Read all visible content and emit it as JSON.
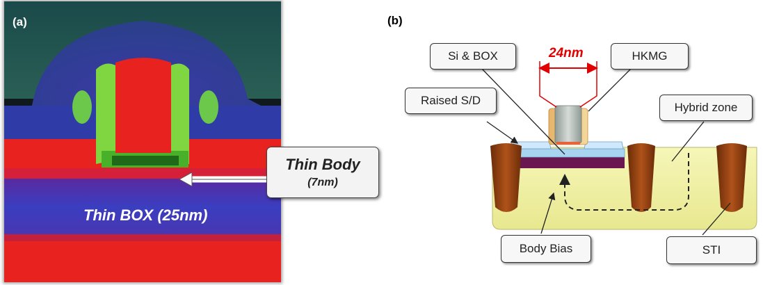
{
  "panel_a": {
    "letter": "(a)",
    "thin_body_title": "Thin Body",
    "thin_body_value": "(7nm)",
    "thin_box_label": "Thin BOX (25nm)"
  },
  "panel_b": {
    "letter": "(b)",
    "gate_length": "24nm",
    "labels": {
      "si_box": "Si & BOX",
      "hkmg": "HKMG",
      "raised_sd": "Raised S/D",
      "hybrid_zone": "Hybrid zone",
      "body_bias": "Body Bias",
      "sti": "STI"
    }
  },
  "colors": {
    "tem_red": "#e8231f",
    "tem_blue": "#3b3fb8",
    "tem_green": "#7fd640",
    "dimension_red": "#e00000",
    "well_yellow": "#f0f0a0",
    "sti_brown": "#8b3a0c",
    "box_purple": "#6a1650"
  }
}
